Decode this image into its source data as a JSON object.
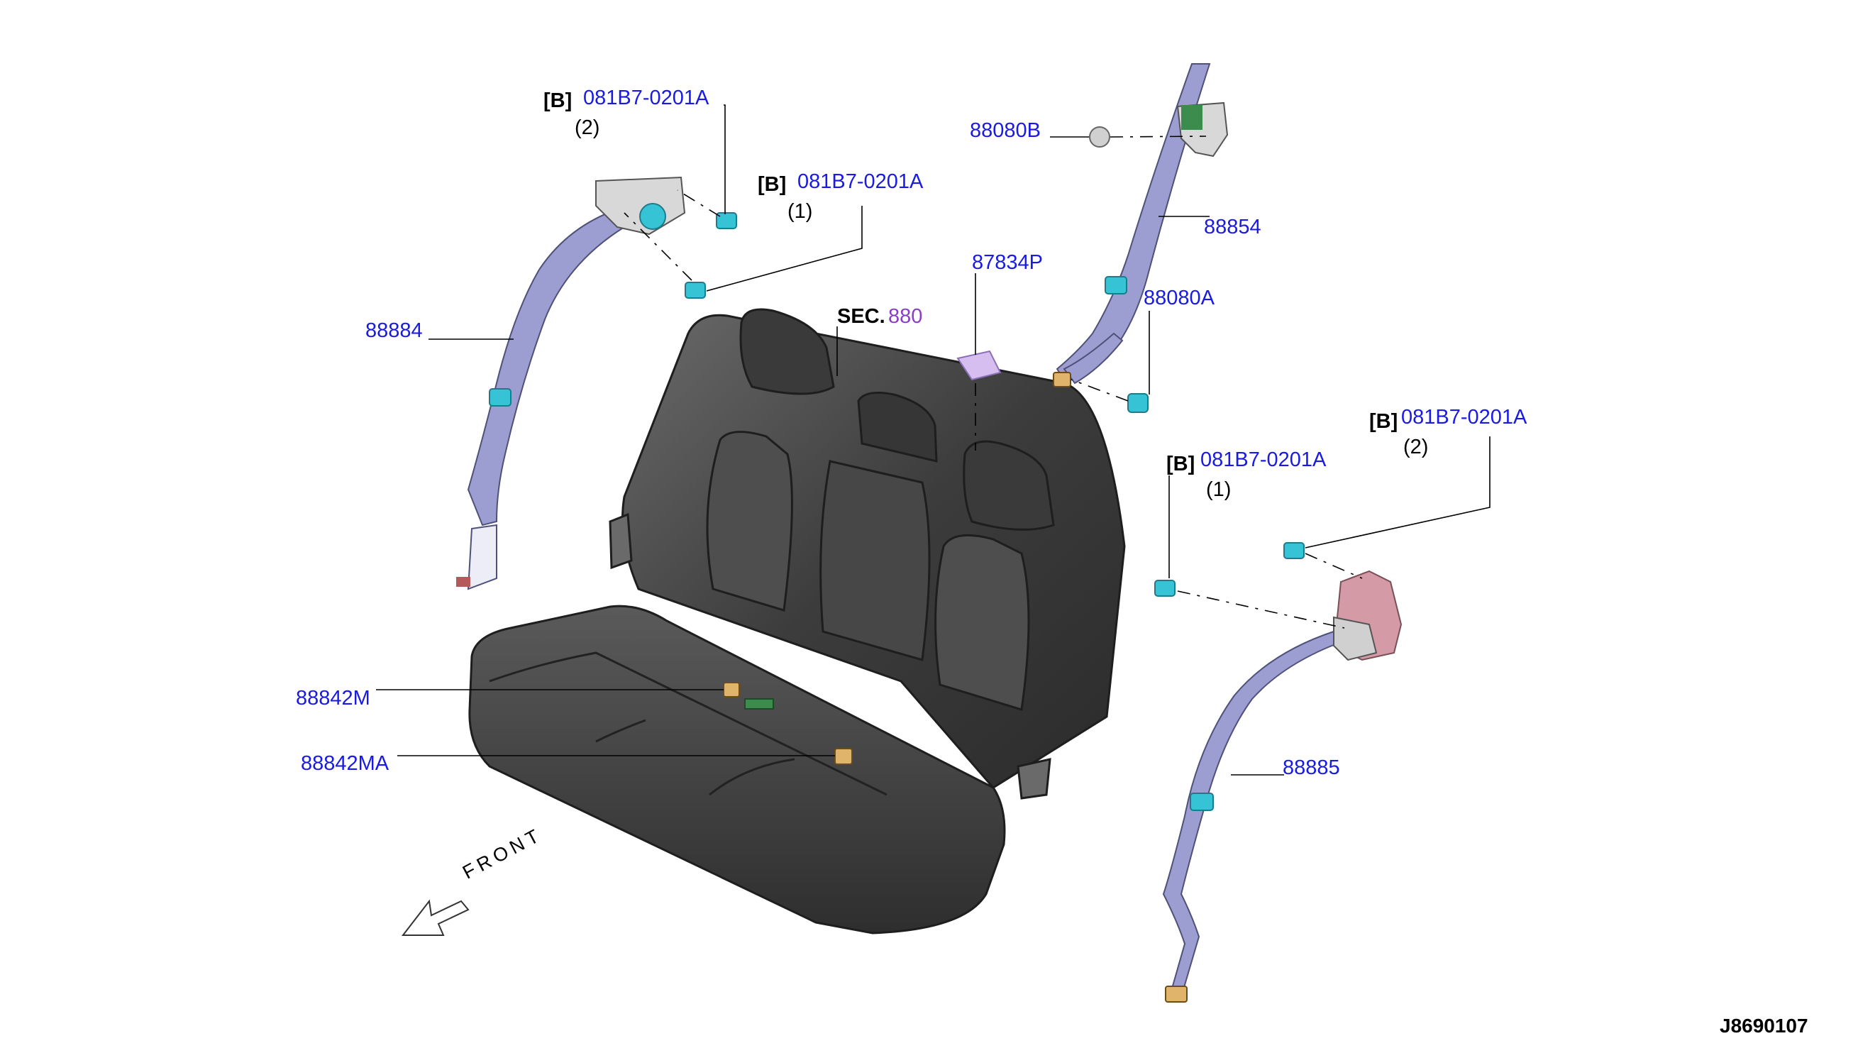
{
  "diagram": {
    "colors": {
      "part_number": "#1a1ae6",
      "reference": "#8a3ec8",
      "belt": "#9c9ed1",
      "belt_outline": "#4f5178",
      "fastener": "#36c3d6",
      "seat": "#4a4a4a",
      "retractor_pink": "#d49aa6"
    },
    "labels": {
      "bolt_ref_code": "[B]",
      "bolt_part": "081B7-0201A",
      "qty_1": "(1)",
      "qty_2": "(2)",
      "sec_prefix": "SEC.",
      "sec_number": "880",
      "p88884": "88884",
      "p88080B": "88080B",
      "p88854": "88854",
      "p87834P": "87834P",
      "p88080A": "88080A",
      "p88842M": "88842M",
      "p88842MA": "88842MA",
      "p88885": "88885"
    },
    "front_arrow": "FRONT",
    "drawing_id": "J8690107"
  }
}
